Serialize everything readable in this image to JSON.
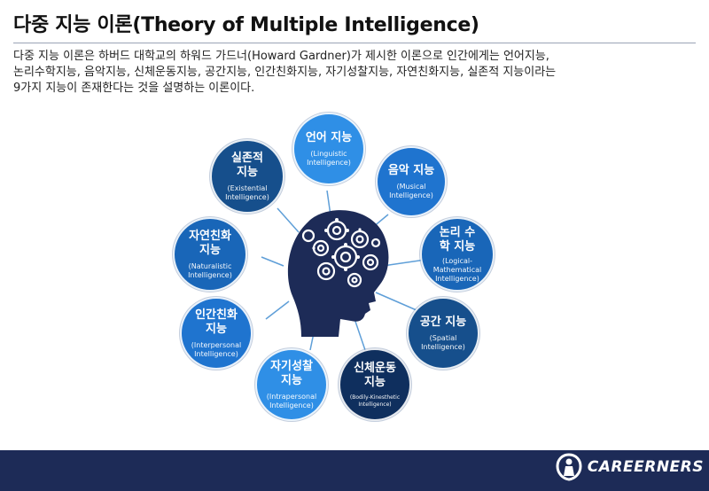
{
  "title": "다중 지능 이론(Theory of Multiple Intelligence)",
  "description": [
    "다중 지능 이론은 하버드 대학교의 하워드 가드너(Howard Gardner)가 제시한 이론으로 인간에게는 언어지능,",
    "논리수학지능, 음악지능, 신체운동지능, 공간지능, 인간친화지능, 자기성찰지능, 자연친화지능, 실존적 지능이라는",
    "9가지 지능이 존재한다는 것을 설명하는 이론이다."
  ],
  "intelligences": [
    {
      "kr": "언어 지능",
      "en": "(Linguistic Intelligence)",
      "color": "#2f8fe6"
    },
    {
      "kr": "음악 지능",
      "en": "(Musical Intelligence)",
      "color": "#1f74cf"
    },
    {
      "kr": "논리 수학 지능",
      "en": "(Logical-Mathematical Intelligence)",
      "color": "#1966b8"
    },
    {
      "kr": "공간 지능",
      "en": "(Spatial Intelligence)",
      "color": "#164f8c"
    },
    {
      "kr": "신체운동 지능",
      "en": "(Bodily-Kinesthetic Intelligence)",
      "color": "#0f2f5e"
    },
    {
      "kr": "자기성찰 지능",
      "en": "(Intrapersonal Intelligence)",
      "color": "#2f8fe6"
    },
    {
      "kr": "인간친화 지능",
      "en": "(Interpersonal Intelligence)",
      "color": "#1f74cf"
    },
    {
      "kr": "자연친화 지능",
      "en": "(Naturalistic Intelligence)",
      "color": "#1966b8"
    },
    {
      "kr": "실존적 지능",
      "en": "(Existential Intelligence)",
      "color": "#164f8c"
    }
  ],
  "footer": {
    "logo": "CAREERNERS",
    "background": "#1d2b57"
  }
}
